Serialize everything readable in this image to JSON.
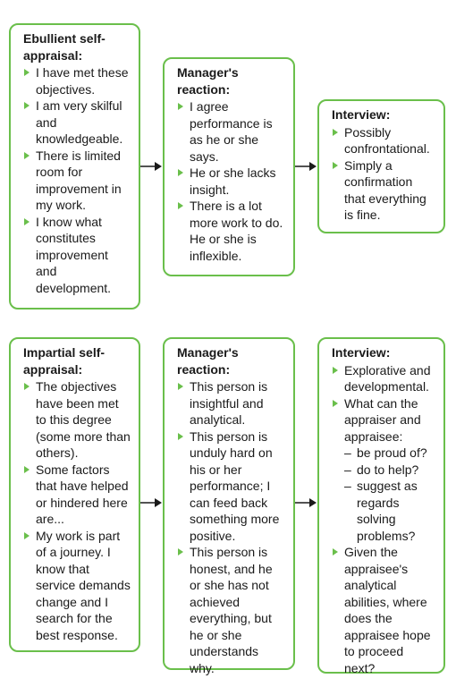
{
  "rows": [
    {
      "boxes": [
        {
          "title": "Ebullient self-appraisal:",
          "items": [
            {
              "text": "I have met these objectives."
            },
            {
              "text": "I am very skilful and knowledgeable."
            },
            {
              "text": "There is limited room for improvement in my work."
            },
            {
              "text": "I know what constitutes improvement and development."
            }
          ]
        },
        {
          "title": "Manager's reaction:",
          "items": [
            {
              "text": "I agree performance is as he or she says."
            },
            {
              "text": "He or she lacks insight."
            },
            {
              "text": "There is a lot more work to do. He or she is inflexible."
            }
          ]
        },
        {
          "title": "Interview:",
          "items": [
            {
              "text": "Possibly confrontational."
            },
            {
              "text": "Simply a confirmation that everything is fine."
            }
          ]
        }
      ]
    },
    {
      "boxes": [
        {
          "title": "Impartial self-appraisal:",
          "items": [
            {
              "text": "The objectives have been met to this degree (some more than others)."
            },
            {
              "text": "Some factors that have helped or hindered here are..."
            },
            {
              "text": "My work is part of a journey. I know that service demands change and I search for the best response."
            }
          ]
        },
        {
          "title": "Manager's reaction:",
          "items": [
            {
              "text": "This person is insightful and analytical."
            },
            {
              "text": "This person is unduly hard on his or her performance; I can feed back something more positive."
            },
            {
              "text": "This person is honest, and he or she has not achieved everything, but he or she understands why."
            }
          ]
        },
        {
          "title": "Interview:",
          "items": [
            {
              "text": "Explorative and developmental."
            },
            {
              "text": "What can the appraiser and appraisee:",
              "sub": [
                "be proud of?",
                "do to help?",
                "suggest as regards solving problems?"
              ]
            },
            {
              "text": "Given the appraisee's analytical abilities, where does the appraisee hope to proceed next?"
            }
          ]
        }
      ]
    }
  ]
}
